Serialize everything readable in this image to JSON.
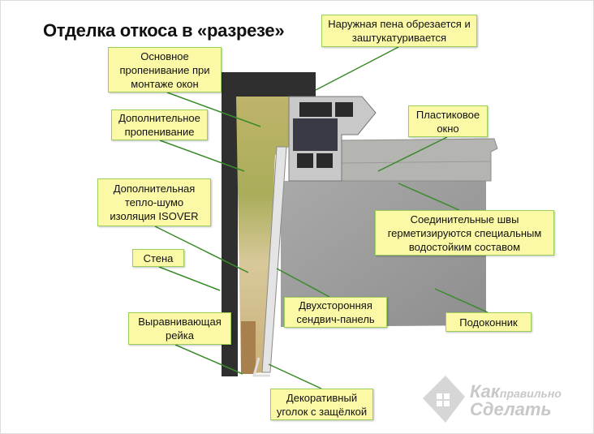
{
  "title": "Отделка откоса в «разрезе»",
  "labels": {
    "outer_foam": [
      "Наружная пена обрезается и",
      "заштукатуривается"
    ],
    "main_foam": [
      "Основное",
      "пропенивание при",
      "монтаже окон"
    ],
    "extra_foam": [
      "Дополнительное",
      "пропенивание"
    ],
    "plastic_window": [
      "Пластиковое",
      "окно"
    ],
    "isolation": [
      "Дополнительная",
      "тепло-шумо",
      "изоляция ISOVER"
    ],
    "seams": [
      "Соединительные швы",
      "герметизируются специальным",
      "водостойким составом"
    ],
    "wall": [
      "Стена"
    ],
    "sandwich": [
      "Двухсторонняя",
      "сендвич-панель"
    ],
    "sill": [
      "Подоконник"
    ],
    "rail": [
      "Выравнивающая",
      "рейка"
    ],
    "corner": [
      "Декоративный",
      "уголок с защёлкой"
    ]
  },
  "watermark": {
    "line1": "Как",
    "line2": "правильно",
    "line3": "Сделать"
  },
  "colors": {
    "label_bg": "#fbf9a6",
    "label_border": "#9bcf5a",
    "leader": "#3a8a2a"
  }
}
